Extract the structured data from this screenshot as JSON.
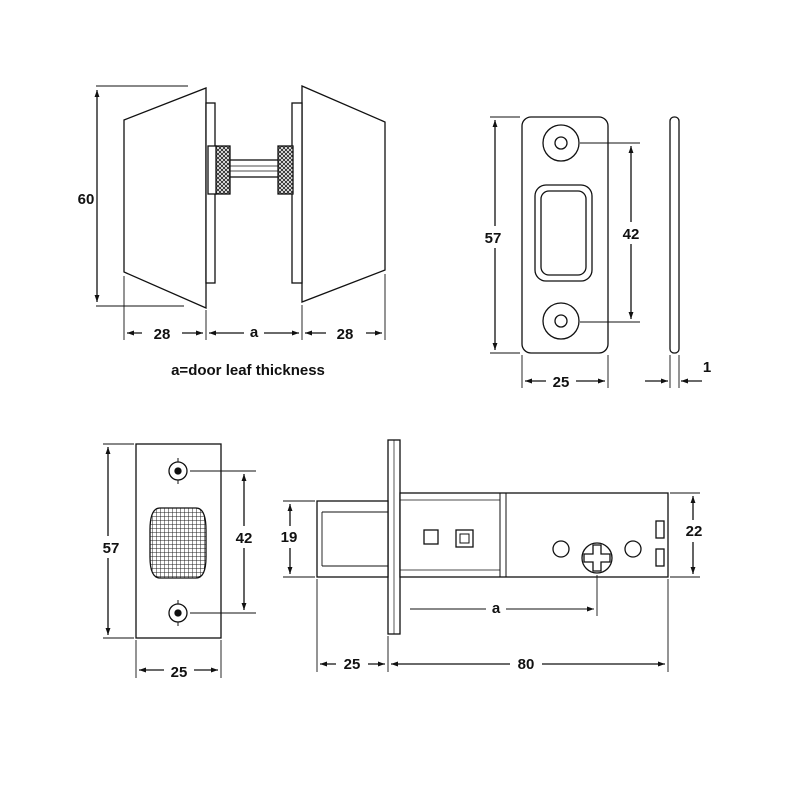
{
  "deadbolt_knobs": {
    "height_label": "60",
    "left_knob_width_label": "28",
    "door_thickness_label": "a",
    "right_knob_width_label": "28",
    "note": "a=door leaf thickness"
  },
  "strike_plate": {
    "height_label": "57",
    "hole_spacing_label": "42",
    "width_label": "25",
    "thickness_label": "1"
  },
  "faceplate": {
    "height_label": "57",
    "hole_spacing_label": "42",
    "width_label": "25"
  },
  "latch_body": {
    "bolt_height_label": "19",
    "body_height_label": "22",
    "backset_label": "a",
    "bolt_throw_label": "25",
    "body_length_label": "80"
  }
}
